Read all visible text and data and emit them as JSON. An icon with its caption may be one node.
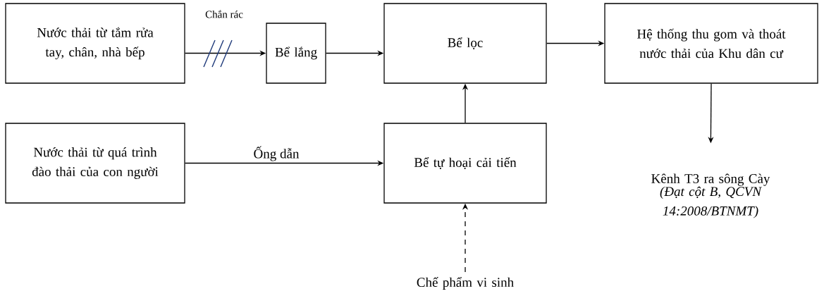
{
  "diagram": {
    "nodes": [
      {
        "text": [
          "Nước thải từ tắm rửa tay, chân, nhà bếp"
        ]
      },
      {
        "text": [
          "Bể lắng"
        ]
      },
      {
        "text": [
          "Bể lọc"
        ]
      },
      {
        "text": [
          "Hệ thống thu gom và thoát nước thải của Khu dân cư"
        ]
      },
      {
        "text": [
          "Nước thải từ quá trình đào thải của con người"
        ]
      },
      {
        "text": [
          "Bể tự hoại cải tiến"
        ]
      },
      {
        "text": [
          "Kênh T3 ra sông Cày",
          "(Đạt cột B, QCVN 14:2008/BTNMT)"
        ]
      },
      {
        "text": [
          "Chế phẩm vi sinh"
        ]
      }
    ],
    "edges": [
      {
        "from": 0,
        "to": 1,
        "arrow": "to",
        "label": "Chắn rác"
      },
      {
        "from": 1,
        "to": 2,
        "arrow": "to"
      },
      {
        "from": 2,
        "to": 3,
        "arrow": "to"
      },
      {
        "from": 3,
        "to": 6,
        "arrow": "to"
      },
      {
        "from": 4,
        "to": 5,
        "arrow": "to",
        "label": "Ống dẫn"
      },
      {
        "from": 5,
        "to": 2,
        "arrow": "to"
      },
      {
        "from": 7,
        "to": 5,
        "arrow": "to",
        "style": "dashed"
      }
    ]
  }
}
